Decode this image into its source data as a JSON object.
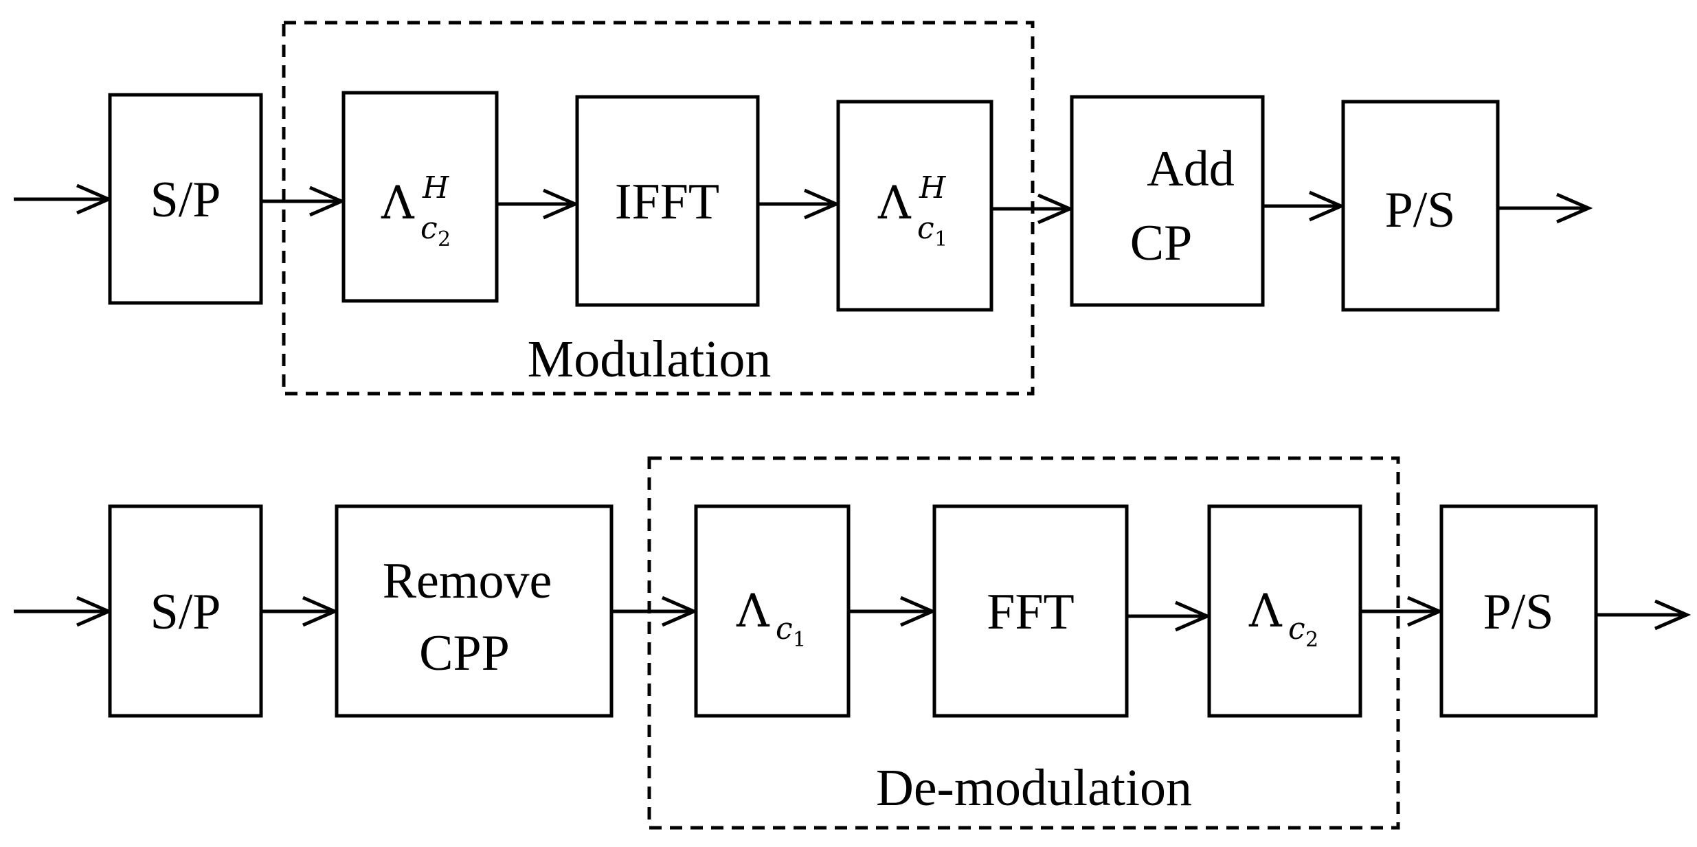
{
  "transmitter": {
    "sp_label": "S/P",
    "mod1": {
      "base": "Λ",
      "sup": "H",
      "sub": "c",
      "subnum": "2"
    },
    "ifft_label": "IFFT",
    "mod2": {
      "base": "Λ",
      "sup": "H",
      "sub": "c",
      "subnum": "1"
    },
    "add_cp_line1": "Add",
    "add_cp_line2": "CP",
    "ps_label": "P/S",
    "group_label": "Modulation"
  },
  "receiver": {
    "sp_label": "S/P",
    "remove_line1": "Remove",
    "remove_line2": "CPP",
    "demod1": {
      "base": "Λ",
      "sub": "c",
      "subnum": "1"
    },
    "fft_label": "FFT",
    "demod2": {
      "base": "Λ",
      "sub": "c",
      "subnum": "2"
    },
    "ps_label": "P/S",
    "group_label": "De-modulation"
  }
}
